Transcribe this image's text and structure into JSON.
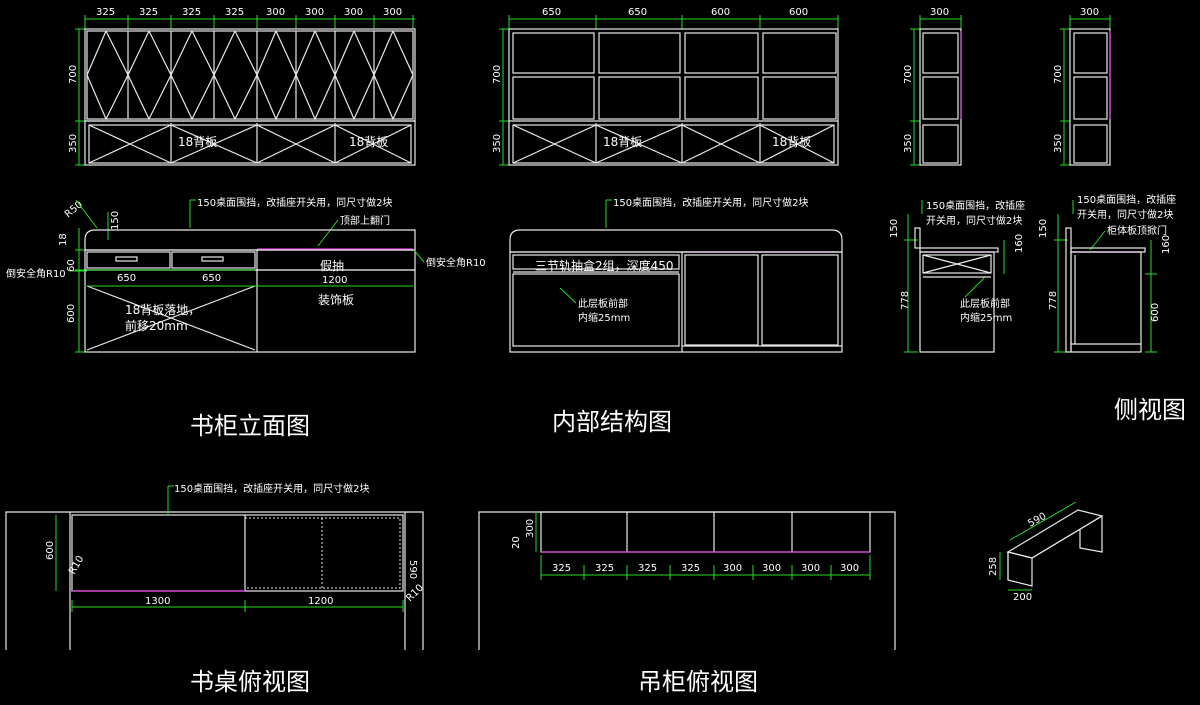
{
  "views": {
    "elevation": {
      "title": "书柜立面图",
      "top_dims": [
        "325",
        "325",
        "325",
        "325",
        "300",
        "300",
        "300",
        "300"
      ],
      "h_upper": "700",
      "h_lower": "350",
      "back_panel_left": "18背板",
      "back_panel_right": "18背板",
      "r50": "R50",
      "dim_150": "150",
      "dim_18": "18",
      "dim_60": "60",
      "dim_600": "600",
      "desk_note": "150桌面围挡，改插座开关用，同尺寸做2块",
      "top_flip_door": "顶部上翻门",
      "corner_left": "倒安全角R10",
      "corner_right": "倒安全角R10",
      "drawer1": "650",
      "drawer2": "650",
      "false_drawer": "假抽",
      "width_1200": "1200",
      "deco_panel": "装饰板",
      "back_note_1": "18背板落地，",
      "back_note_2": "前移20mm"
    },
    "internal": {
      "title": "内部结构图",
      "top_dims": [
        "650",
        "650",
        "600",
        "600"
      ],
      "h_upper": "700",
      "h_lower": "350",
      "back_panel_left": "18背板",
      "back_panel_right": "18背板",
      "desk_note": "150桌面围挡，改插座开关用，同尺寸做2块",
      "drawer_note": "三节轨抽盒2组，深度450",
      "shelf_note_1": "此层板前部",
      "shelf_note_2": "内缩25mm"
    },
    "side": {
      "title": "侧视图",
      "w1": "300",
      "w2": "300",
      "h700a": "700",
      "h350a": "350",
      "h700b": "700",
      "h350b": "350",
      "note_a_1": "150桌面围挡，改插座",
      "note_a_2": "开关用，同尺寸做2块",
      "note_b_1": "150桌面围挡，改插座",
      "note_b_2": "开关用，同尺寸做2块",
      "cabinet_top_door": "柜体板顶掀门",
      "d150a": "150",
      "d160a": "160",
      "d778a": "778",
      "d150b": "150",
      "d160b": "160",
      "d778b": "778",
      "d600b": "600",
      "shelf_note_1": "此层板前部",
      "shelf_note_2": "内缩25mm"
    },
    "desk_plan": {
      "title": "书桌俯视图",
      "note": "150桌面围挡，改插座开关用，同尺寸做2块",
      "d600": "600",
      "r10a": "R10",
      "d590": "590",
      "r10b": "R10",
      "w1300": "1300",
      "w1200": "1200"
    },
    "wall_plan": {
      "title": "吊柜俯视图",
      "d20": "20",
      "d300": "300",
      "dims": [
        "325",
        "325",
        "325",
        "325",
        "300",
        "300",
        "300",
        "300"
      ]
    },
    "bench": {
      "d590": "590",
      "d258": "258",
      "d200": "200"
    }
  },
  "colors": {
    "background": "#000000",
    "lines": "#e8e8e8",
    "dimensions": "#22dd22",
    "accent": "#e040e0"
  }
}
